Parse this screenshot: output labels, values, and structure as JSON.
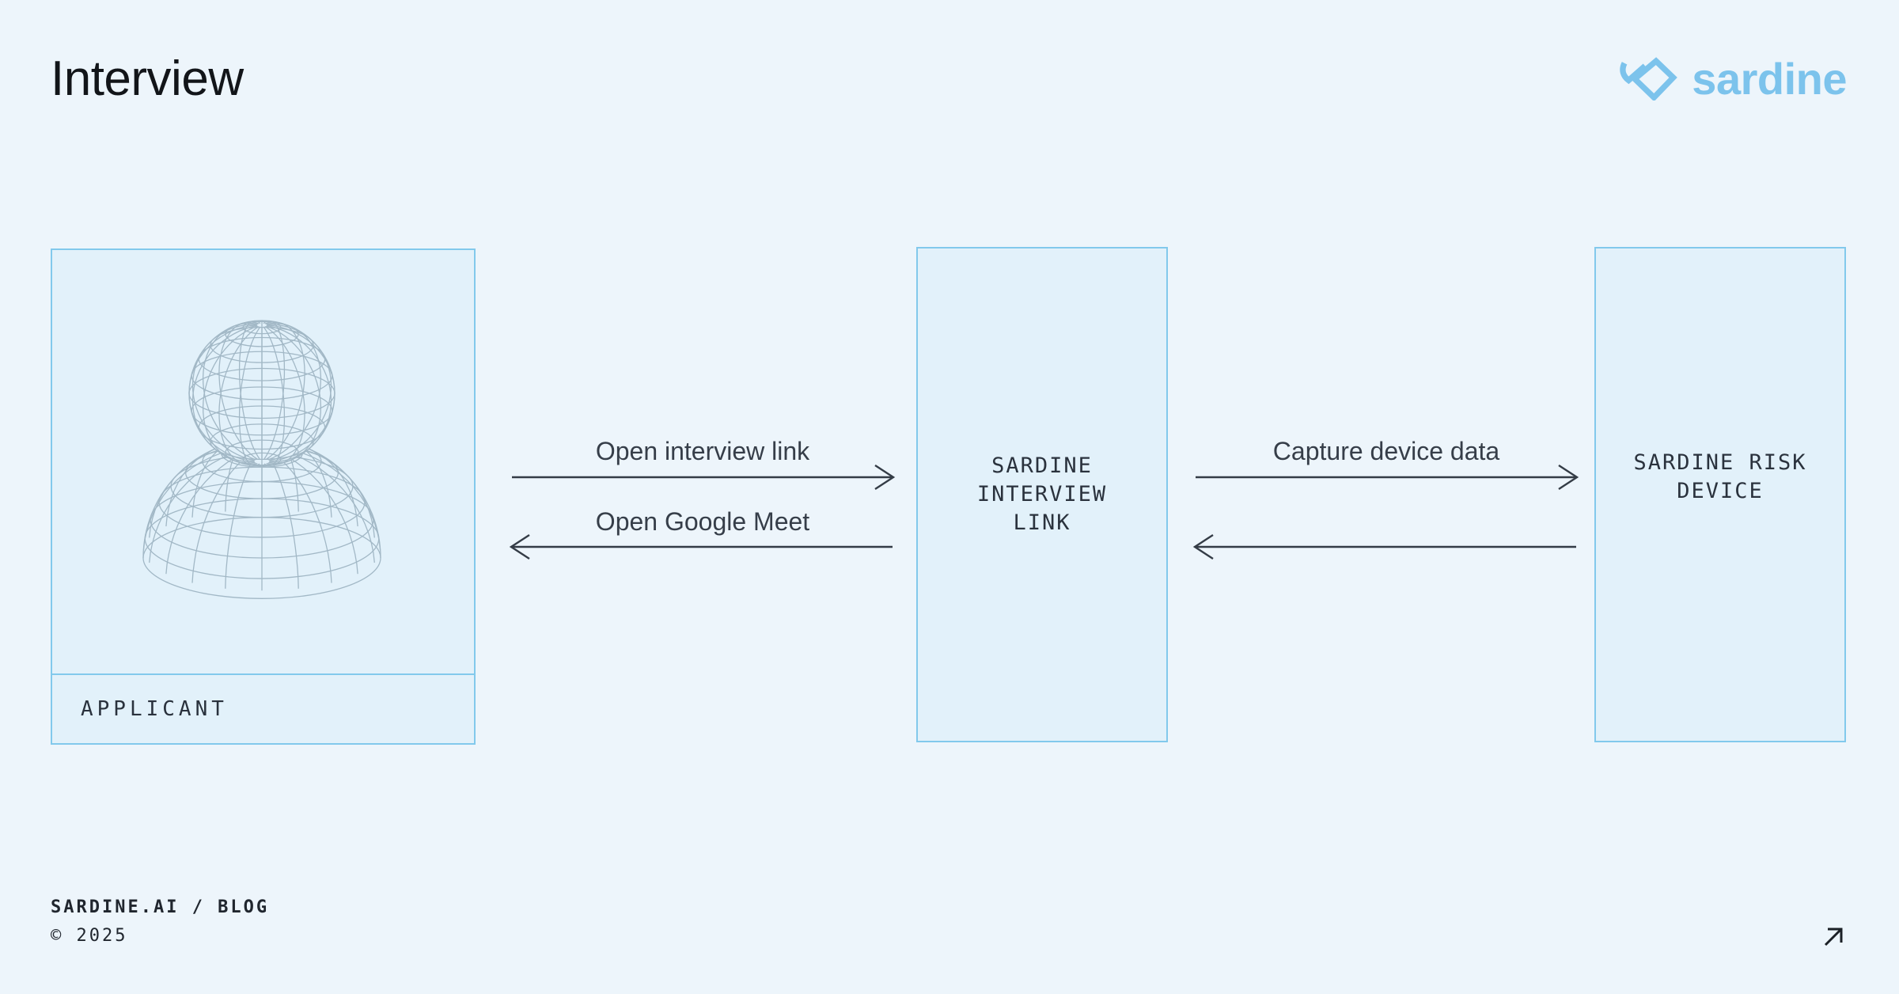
{
  "header": {
    "title": "Interview",
    "logo_text": "sardine"
  },
  "diagram": {
    "nodes": [
      {
        "id": "applicant",
        "label": "APPLICANT",
        "icon": "wireframe-person"
      },
      {
        "id": "interview-link",
        "label": "SARDINE INTERVIEW LINK",
        "lines": [
          "SARDINE",
          "INTERVIEW",
          "LINK"
        ]
      },
      {
        "id": "risk-device",
        "label": "SARDINE RISK DEVICE",
        "lines": [
          "SARDINE RISK",
          "DEVICE"
        ]
      }
    ],
    "edges": [
      {
        "from": "applicant",
        "to": "interview-link",
        "label": "Open interview link",
        "direction": "right"
      },
      {
        "from": "interview-link",
        "to": "applicant",
        "label": "Open Google Meet",
        "direction": "left"
      },
      {
        "from": "interview-link",
        "to": "risk-device",
        "label": "Capture device data",
        "direction": "right"
      },
      {
        "from": "risk-device",
        "to": "interview-link",
        "label": "",
        "direction": "left"
      }
    ]
  },
  "footer": {
    "site": "SARDINE.AI / BLOG",
    "copyright": "© 2025",
    "link_icon": "arrow-up-right-icon"
  },
  "colors": {
    "background": "#edf5fb",
    "box_fill": "#e2f1fa",
    "box_border": "#82c9ec",
    "text_dark": "#2a323d",
    "title_color": "#121519",
    "arrow": "#343c46",
    "logo_blue": "#7cc3ec",
    "wireframe": "#a2b8c6"
  }
}
